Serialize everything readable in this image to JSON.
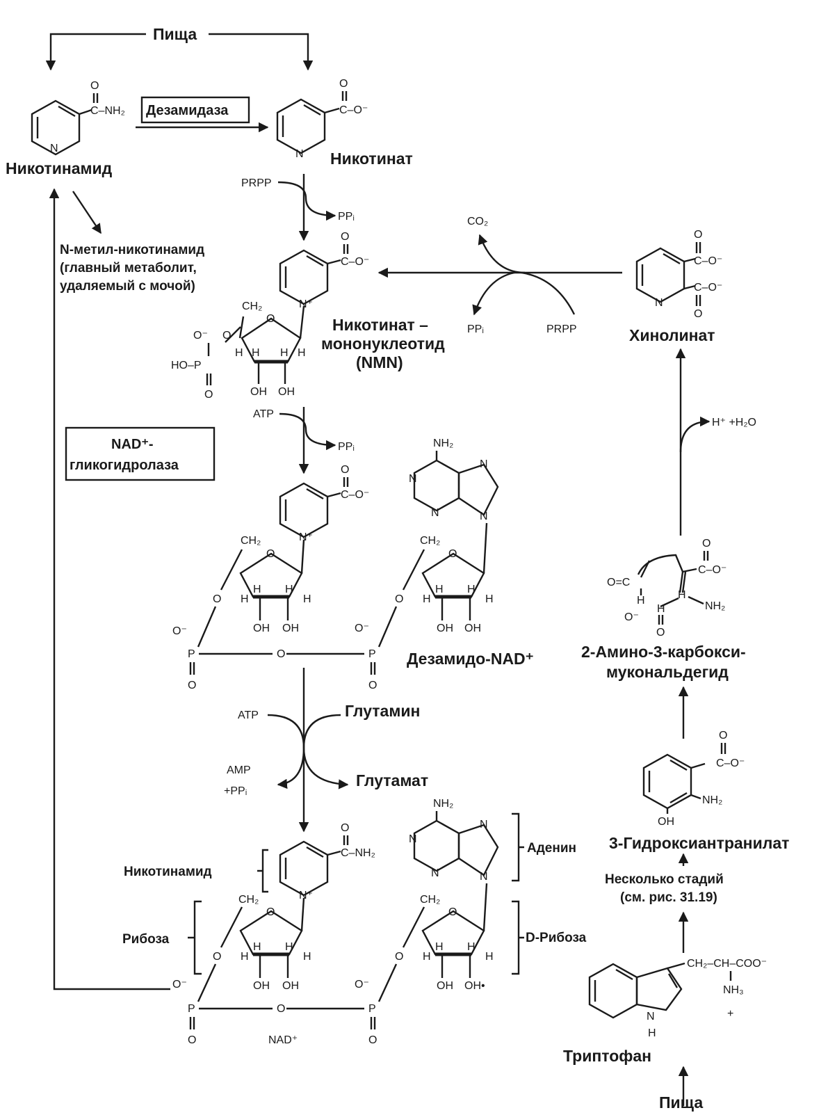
{
  "food_top": "Пища",
  "food_bottom": "Пища",
  "nicotinamide": "Никотинамид",
  "nicotinate": "Никотинат",
  "deamidase": "Дезамидаза",
  "n_methyl": [
    "N-метил-никотинамид",
    "(главный метаболит,",
    "удаляемый с мочой)"
  ],
  "nmn": [
    "Никотинат –",
    "мононуклеотид",
    "(NMN)"
  ],
  "quinolinate": "Хинолинат",
  "nad_glycohydrolase": [
    "NAD⁺-",
    "гликогидролаза"
  ],
  "deamido_nad": "Дезамидо-NAD⁺",
  "glutamine": "Глутамин",
  "glutamate": "Глутамат",
  "aminocarboxy": [
    "2-Амино-3-карбокси-",
    "муконaльдегид"
  ],
  "hydroxyanthranilate": "3-Гидроксиантранилат",
  "several_steps": [
    "Несколько стадий",
    "(см. рис. 31.19)"
  ],
  "tryptophan": "Триптофан",
  "bracket_nicotinamide": "Никотинамид",
  "bracket_ribose": "Рибоза",
  "bracket_adenine": "Аденин",
  "bracket_d_ribose": "D-Рибоза",
  "nad_plus": "NAD⁺",
  "small": {
    "prpp": "PRPP",
    "ppi": "PPᵢ",
    "co2": "CO₂",
    "atp": "ATP",
    "amp": "AMP",
    "plus_ppi": "+PPᵢ",
    "h_h2o": "H⁺ +H₂O"
  },
  "chem": {
    "conh2": "C–NH₂",
    "coo": "C–O⁻",
    "o": "O",
    "n": "N",
    "nplus": "N⁺",
    "ch2": "CH₂",
    "h": "H",
    "oh": "OH",
    "ohstar": "OH•",
    "p": "P",
    "ominus": "O⁻",
    "ho_p": "HO–P",
    "nh2": "NH₂",
    "nh3": "NH₃",
    "plus": "+",
    "o_eq_c": "O=C",
    "side_chain": "CH₂–CH–COO⁻"
  }
}
